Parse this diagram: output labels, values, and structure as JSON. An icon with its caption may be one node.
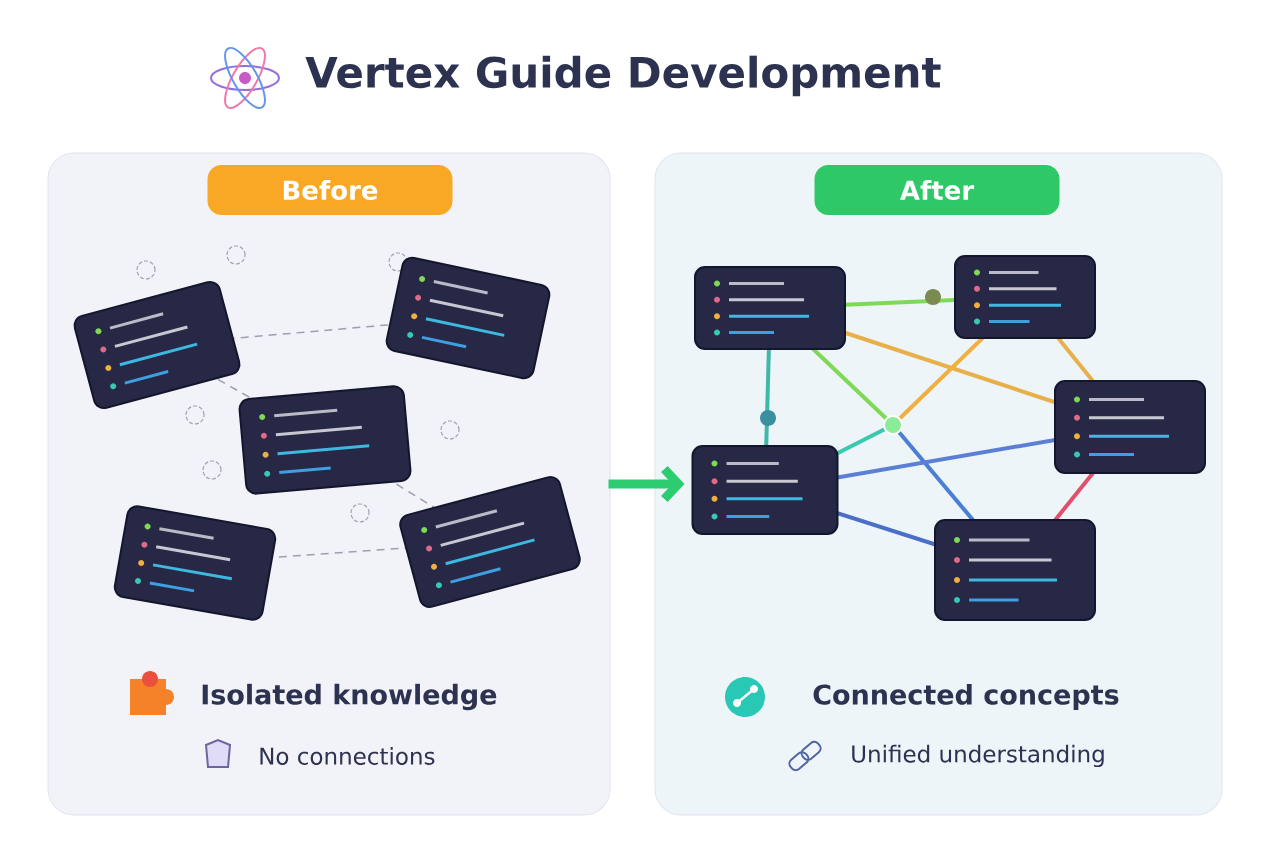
{
  "diagram": {
    "title": "Vertex Guide Development",
    "nodes": [
      {
        "text": [
          "Before",
          "Isolated knowledge",
          "No connections"
        ]
      },
      {
        "text": [],
        "shape": "box",
        "in": 0
      },
      {
        "text": [],
        "shape": "box",
        "in": 0
      },
      {
        "text": [],
        "shape": "box",
        "in": 0
      },
      {
        "text": [],
        "shape": "box",
        "in": 0
      },
      {
        "text": [],
        "shape": "box",
        "in": 0
      },
      {
        "text": [
          "After",
          "Connected concepts",
          "Unified understanding"
        ]
      },
      {
        "text": [],
        "shape": "box",
        "in": 6
      },
      {
        "text": [],
        "shape": "box",
        "in": 6
      },
      {
        "text": [],
        "shape": "box",
        "in": 6
      },
      {
        "text": [],
        "shape": "box",
        "in": 6
      },
      {
        "text": [],
        "shape": "box",
        "in": 6
      },
      {
        "text": [],
        "shape": "circle",
        "in": 6
      }
    ],
    "edges": [
      {
        "from": 1,
        "to": 2,
        "arrow": "none",
        "style": "dashed",
        "color": "#9aa0b0"
      },
      {
        "from": 1,
        "to": 3,
        "arrow": "none",
        "style": "dashed",
        "color": "#9aa0b0"
      },
      {
        "from": 3,
        "to": 5,
        "arrow": "none",
        "style": "dashed",
        "color": "#9aa0b0"
      },
      {
        "from": 4,
        "to": 5,
        "arrow": "none",
        "style": "dashed",
        "color": "#9aa0b0"
      },
      {
        "from": 0,
        "to": 6,
        "arrow": "to",
        "style": "thick",
        "color": "#2ecc71"
      },
      {
        "from": 7,
        "to": 8,
        "arrow": "none",
        "color": "#7ed957"
      },
      {
        "from": 7,
        "to": 10,
        "arrow": "none",
        "color": "#3fb8a8"
      },
      {
        "from": 7,
        "to": 12,
        "arrow": "none",
        "color": "#7ed957"
      },
      {
        "from": 7,
        "to": 9,
        "arrow": "none",
        "color": "#e8b04a"
      },
      {
        "from": 12,
        "to": 8,
        "arrow": "none",
        "color": "#f0b040"
      },
      {
        "from": 8,
        "to": 9,
        "arrow": "none",
        "color": "#e8b04a"
      },
      {
        "from": 12,
        "to": 10,
        "arrow": "none",
        "color": "#38c9b0"
      },
      {
        "from": 12,
        "to": 11,
        "arrow": "none",
        "color": "#4a7fd4"
      },
      {
        "from": 10,
        "to": 9,
        "arrow": "none",
        "color": "#5b7fd6"
      },
      {
        "from": 10,
        "to": 11,
        "arrow": "none",
        "color": "#4a6fc8"
      },
      {
        "from": 9,
        "to": 11,
        "arrow": "none",
        "color": "#e0506a"
      }
    ]
  }
}
